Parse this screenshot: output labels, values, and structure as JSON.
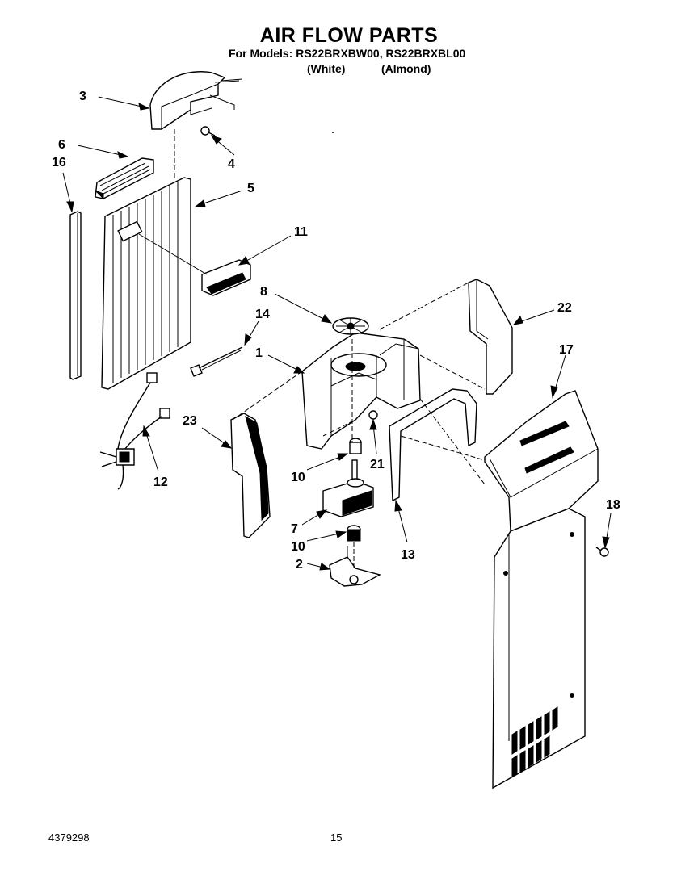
{
  "header": {
    "title": "AIR FLOW PARTS",
    "models_line": "For Models: RS22BRXBW00, RS22BRXBL00",
    "variant_white": "(White)",
    "variant_almond": "(Almond)"
  },
  "footer": {
    "doc_number": "4379298",
    "page_number": "15"
  },
  "callouts": {
    "c1": "1",
    "c2": "2",
    "c3": "3",
    "c4": "4",
    "c5": "5",
    "c6": "6",
    "c7": "7",
    "c8": "8",
    "c10a": "10",
    "c10b": "10",
    "c11": "11",
    "c12": "12",
    "c13": "13",
    "c14": "14",
    "c16": "16",
    "c17": "17",
    "c18": "18",
    "c21": "21",
    "c22": "22",
    "c23": "23"
  }
}
